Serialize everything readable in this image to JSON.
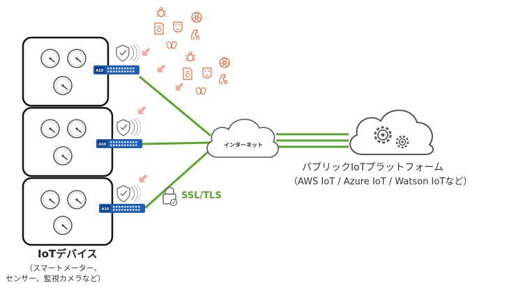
{
  "labels": {
    "iot_devices": "IoTデバイス",
    "iot_devices_sub1": "（スマートメーター、",
    "iot_devices_sub2": "センサー、監視カメラなど）",
    "internet": "インターネット",
    "platform_title": "パブリックIoTプラットフォーム",
    "platform_sub": "（AWS IoT / Azure IoT / Watson IoTなど）",
    "ssl_tls": "SSL/TLS",
    "gateway_badge": "A10"
  },
  "colors": {
    "device_border": "#111111",
    "gauge_stroke": "#555555",
    "gateway_blue": "#1f5fb8",
    "green_line": "#5aa52b",
    "threat_orange": "#e86a3a",
    "arrow_pink": "#f3a9a2",
    "icon_gray": "#666666"
  }
}
